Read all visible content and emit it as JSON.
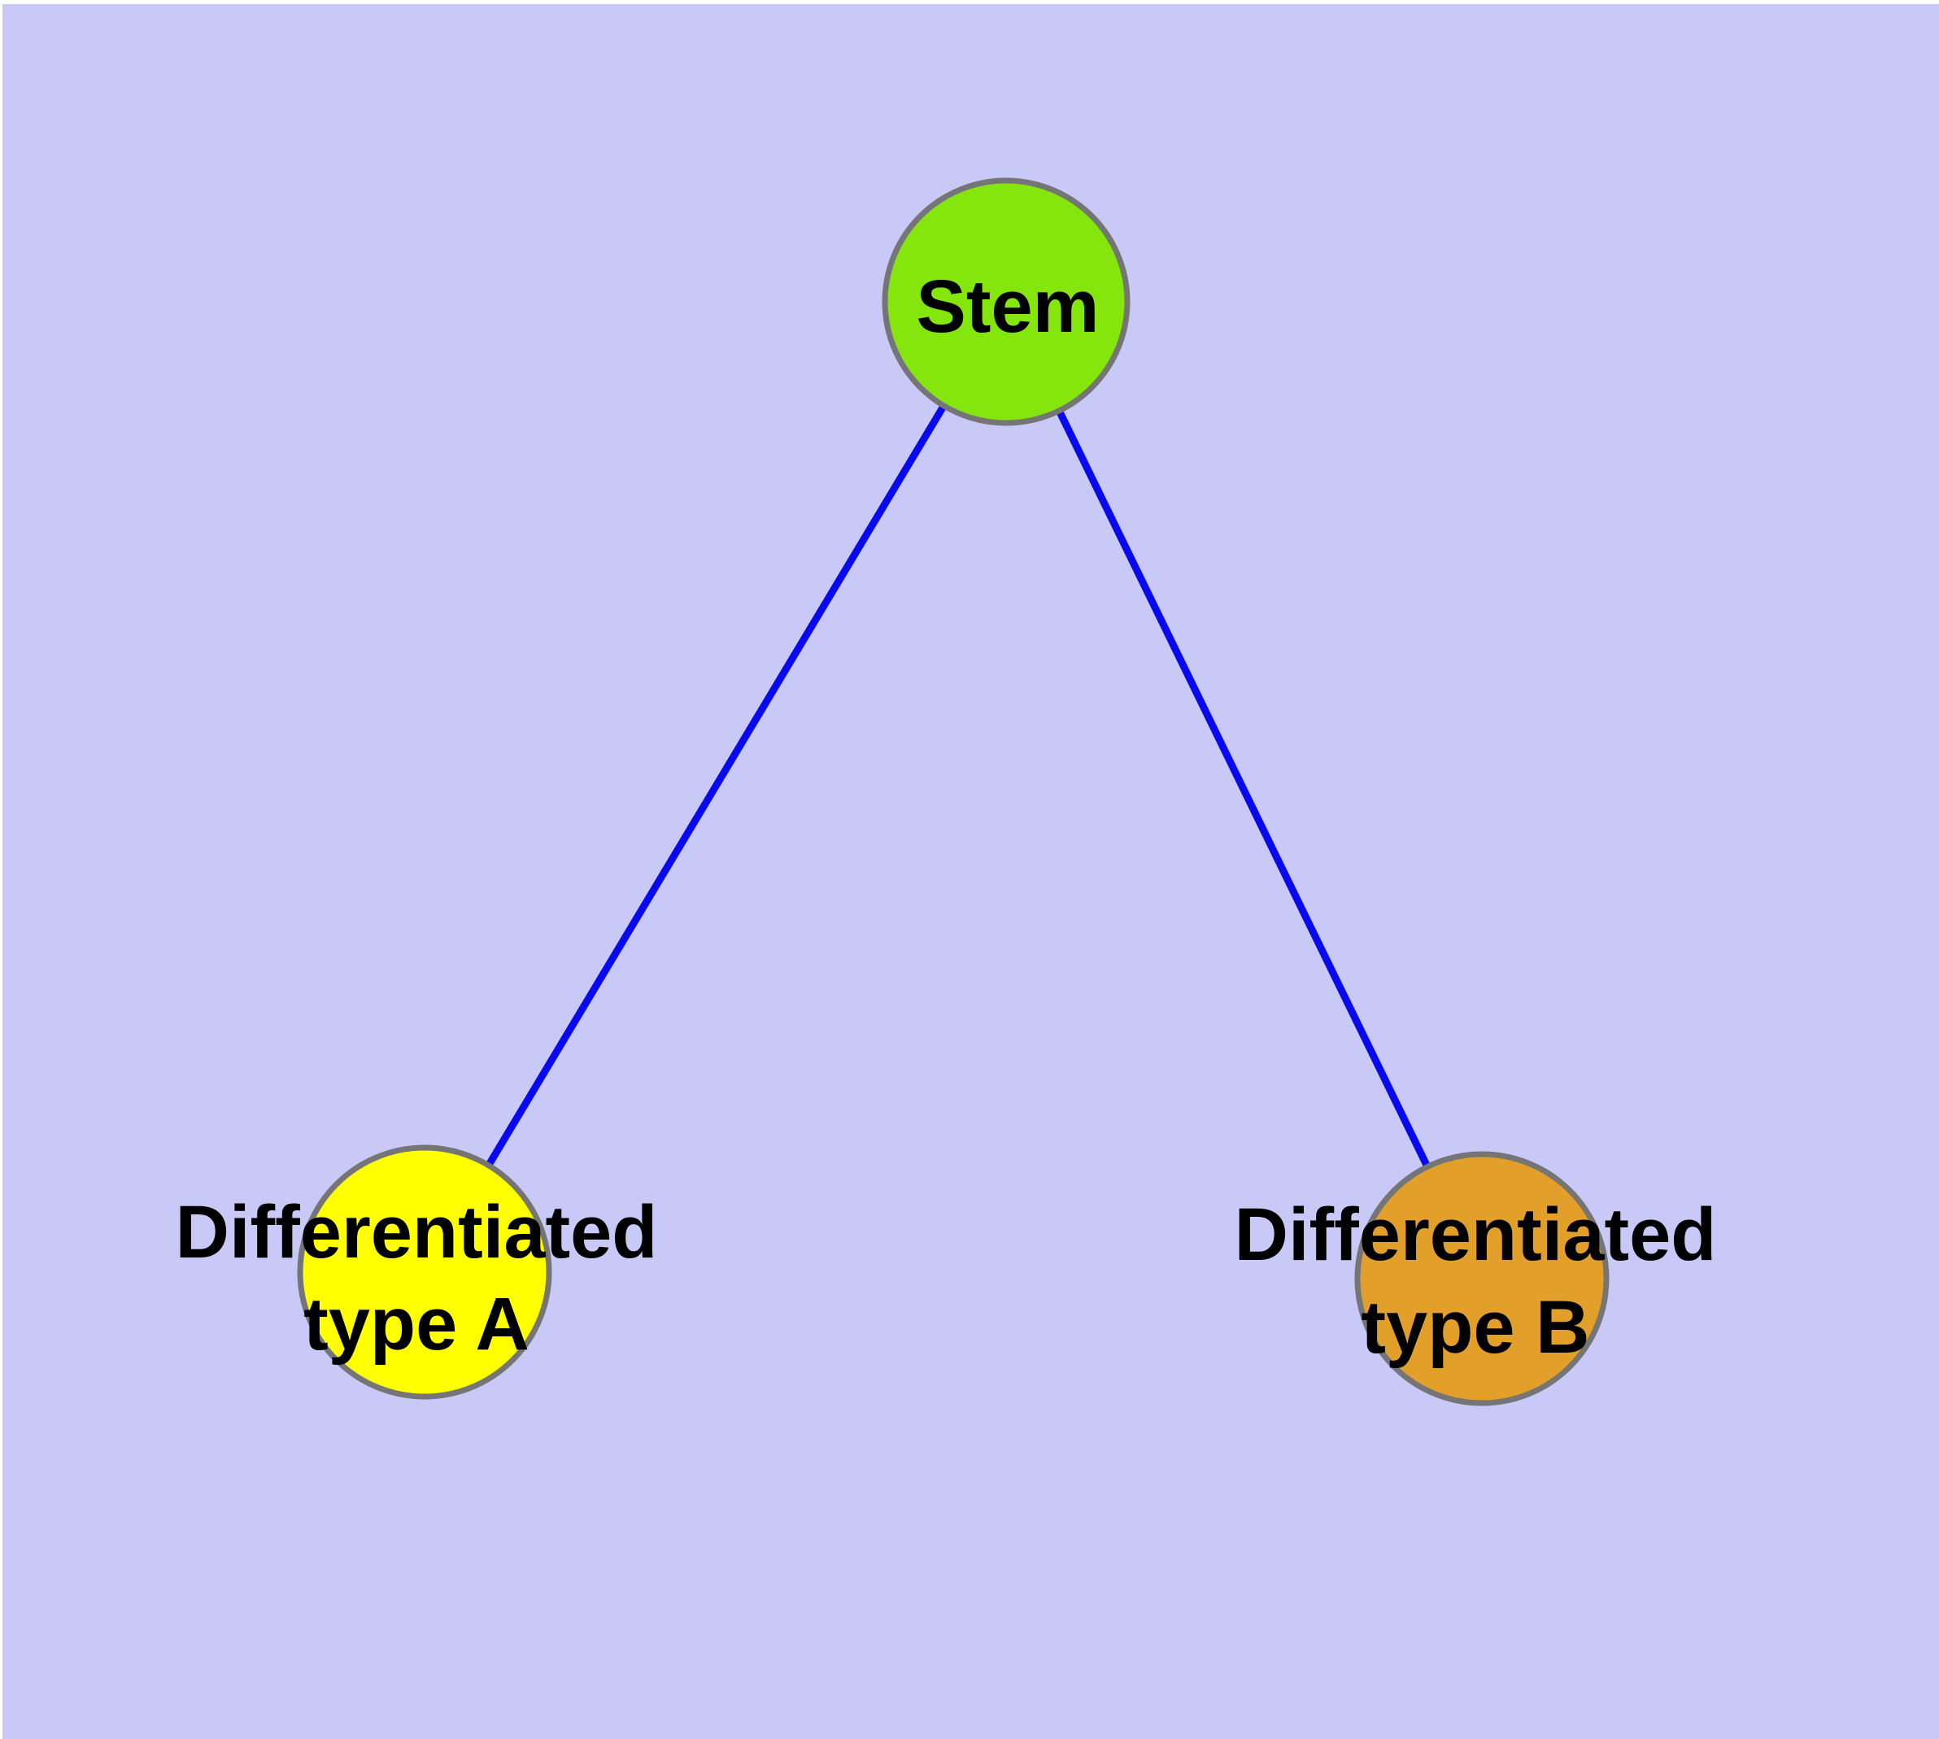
{
  "canvas": {
    "frame_color": "#FFFFFF",
    "background_color": "#C9C9F8"
  },
  "graph": {
    "edge_color": "#0909F0",
    "node_border_color": "#757575",
    "label_color": "#000000",
    "nodes": [
      {
        "id": "stem",
        "label": "Stem",
        "fill_color": "#85E60D"
      },
      {
        "id": "differentiated-type-a",
        "label": "Differentiated type A",
        "label_line1": "Differentiated",
        "label_line2": "type A",
        "fill_color": "#FFFF00"
      },
      {
        "id": "differentiated-type-b",
        "label": "Differentiated type B",
        "label_line1": "Differentiated",
        "label_line2": "type B",
        "fill_color": "#E2A02A"
      }
    ],
    "edges": [
      {
        "from": "Stem",
        "to": "Differentiated type A"
      },
      {
        "from": "Stem",
        "to": "Differentiated type B"
      }
    ]
  }
}
